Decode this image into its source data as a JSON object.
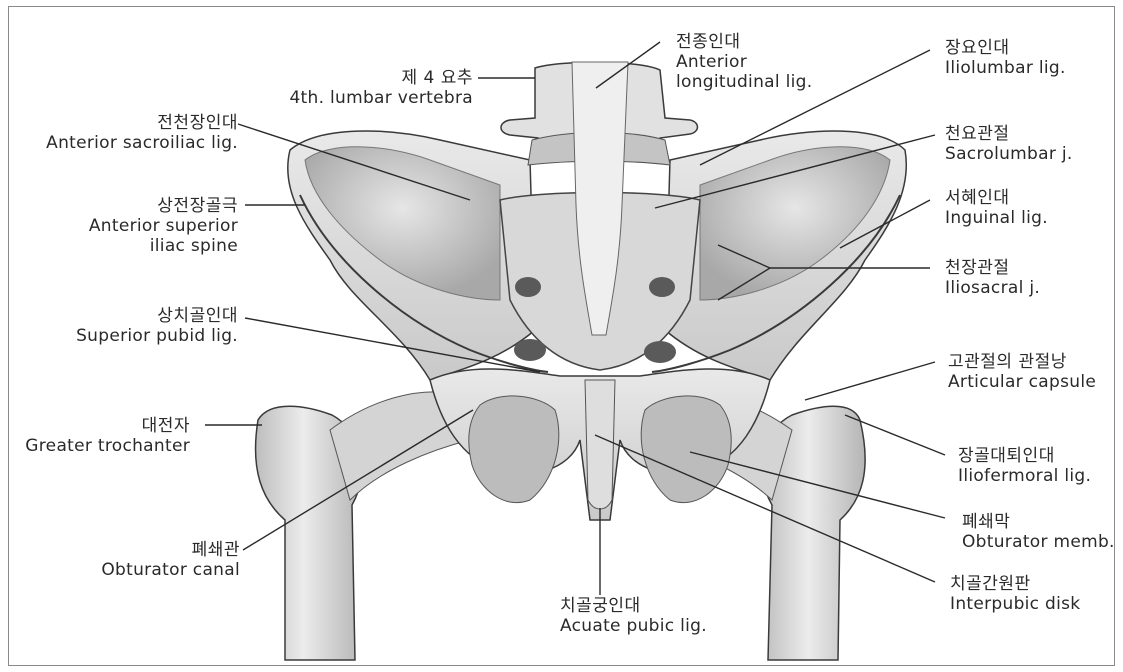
{
  "labels": {
    "l4": {
      "ko": "제 4 요추",
      "en": "4th. lumbar vertebra"
    },
    "anterior_longitudinal": {
      "ko": "전종인대",
      "en1": "Anterior",
      "en2": "longitudinal lig."
    },
    "iliolumbar": {
      "ko": "장요인대",
      "en": "Iliolumbar lig."
    },
    "anterior_sacroiliac": {
      "ko": "전천장인대",
      "en": "Anterior sacroiliac lig."
    },
    "sacrolumbar": {
      "ko": "천요관절",
      "en": "Sacrolumbar j."
    },
    "asis": {
      "ko": "상전장골극",
      "en1": "Anterior superior",
      "en2": "iliac spine"
    },
    "inguinal": {
      "ko": "서혜인대",
      "en": "Inguinal lig."
    },
    "iliosacral": {
      "ko": "천장관절",
      "en": "Iliosacral j."
    },
    "superior_pubic": {
      "ko": "상치골인대",
      "en": "Superior pubid lig."
    },
    "articular_capsule": {
      "ko": "고관절의 관절낭",
      "en": "Articular capsule"
    },
    "greater_trochanter": {
      "ko": "대전자",
      "en": "Greater trochanter"
    },
    "iliofemoral": {
      "ko": "장골대퇴인대",
      "en": "Iliofermoral lig."
    },
    "obturator_memb": {
      "ko": "폐쇄막",
      "en": "Obturator memb."
    },
    "obturator_canal": {
      "ko": "폐쇄관",
      "en": "Obturator canal"
    },
    "interpubic": {
      "ko": "치골간원판",
      "en": "Interpubic disk"
    },
    "acuate_pubic": {
      "ko": "치골궁인대",
      "en": "Acuate pubic lig."
    }
  },
  "colors": {
    "bone": "#dcdcdc",
    "bone_shadow": "#9e9e9e",
    "outline": "#3a3a3a",
    "text": "#2a2a2a"
  }
}
